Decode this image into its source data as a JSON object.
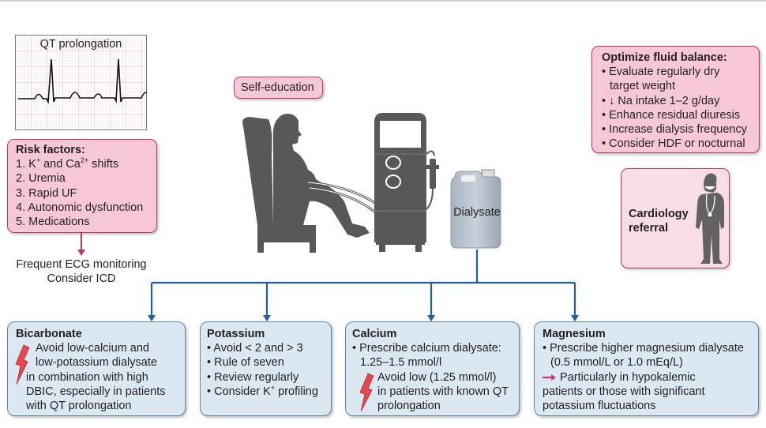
{
  "ecg": {
    "title": "QT prolongation"
  },
  "risk_factors": {
    "title": "Risk factors:",
    "items": [
      {
        "num": "1.",
        "text_a": "K",
        "sup_a": "+",
        "text_b": " and Ca",
        "sup_b": "2+",
        "text_c": " shifts"
      },
      {
        "num": "2.",
        "text": "Uremia"
      },
      {
        "num": "3.",
        "text": "Rapid UF"
      },
      {
        "num": "4.",
        "text": "Autonomic dysfunction"
      },
      {
        "num": "5.",
        "text": "Medications"
      }
    ],
    "outcome_line1": "Frequent ECG monitoring",
    "outcome_line2": "Consider ICD"
  },
  "self_education": {
    "label": "Self-education"
  },
  "dialysate": {
    "label": "Dialysate"
  },
  "fluid_balance": {
    "title": "Optimize fluid balance:",
    "items": [
      "• Evaluate regularly dry",
      "target weight",
      "• ↓ Na intake 1–2 g/day",
      "• Enhance residual diuresis",
      "• Increase dialysis frequency",
      "• Consider HDF or nocturnal"
    ]
  },
  "cardiology": {
    "line1": "Cardiology",
    "line2": "referral"
  },
  "bicarbonate": {
    "title": "Bicarbonate",
    "lines": [
      "Avoid low-calcium and",
      "low-potassium dialysate",
      "in combination with high",
      "DBIC, especially in patients",
      "with QT prolongation"
    ]
  },
  "potassium": {
    "title": "Potassium",
    "items": [
      "• Avoid < 2 and > 3",
      "• Rule of seven",
      "• Review regularly"
    ],
    "last_a": "• Consider K",
    "last_sup": "+",
    "last_b": " profiling"
  },
  "calcium": {
    "title": "Calcium",
    "items": [
      "• Prescribe calcium dialysate:",
      "1.25–1.5 mmol/l"
    ],
    "warning_lines": [
      "Avoid low (1.25 mmol/l)",
      "in patients with known QT",
      "prolongation"
    ]
  },
  "magnesium": {
    "title": "Magnesium",
    "items": [
      "• Prescribe higher magnesium dialysate",
      "(0.5 mmol/L or 1.0 mEq/L)"
    ],
    "arrow_text": " Particularly in hypokalemic",
    "extra_lines": [
      "patients or those with significant",
      "potassium fluctuations"
    ]
  },
  "colors": {
    "pink_fill": "#f6c8d6",
    "pink_border": "#c0336a",
    "blue_fill": "#dbe8f2",
    "blue_border": "#5a86aa",
    "connector": "#1f5fa0",
    "silhouette": "#58585a",
    "alert_red": "#d9363e"
  }
}
